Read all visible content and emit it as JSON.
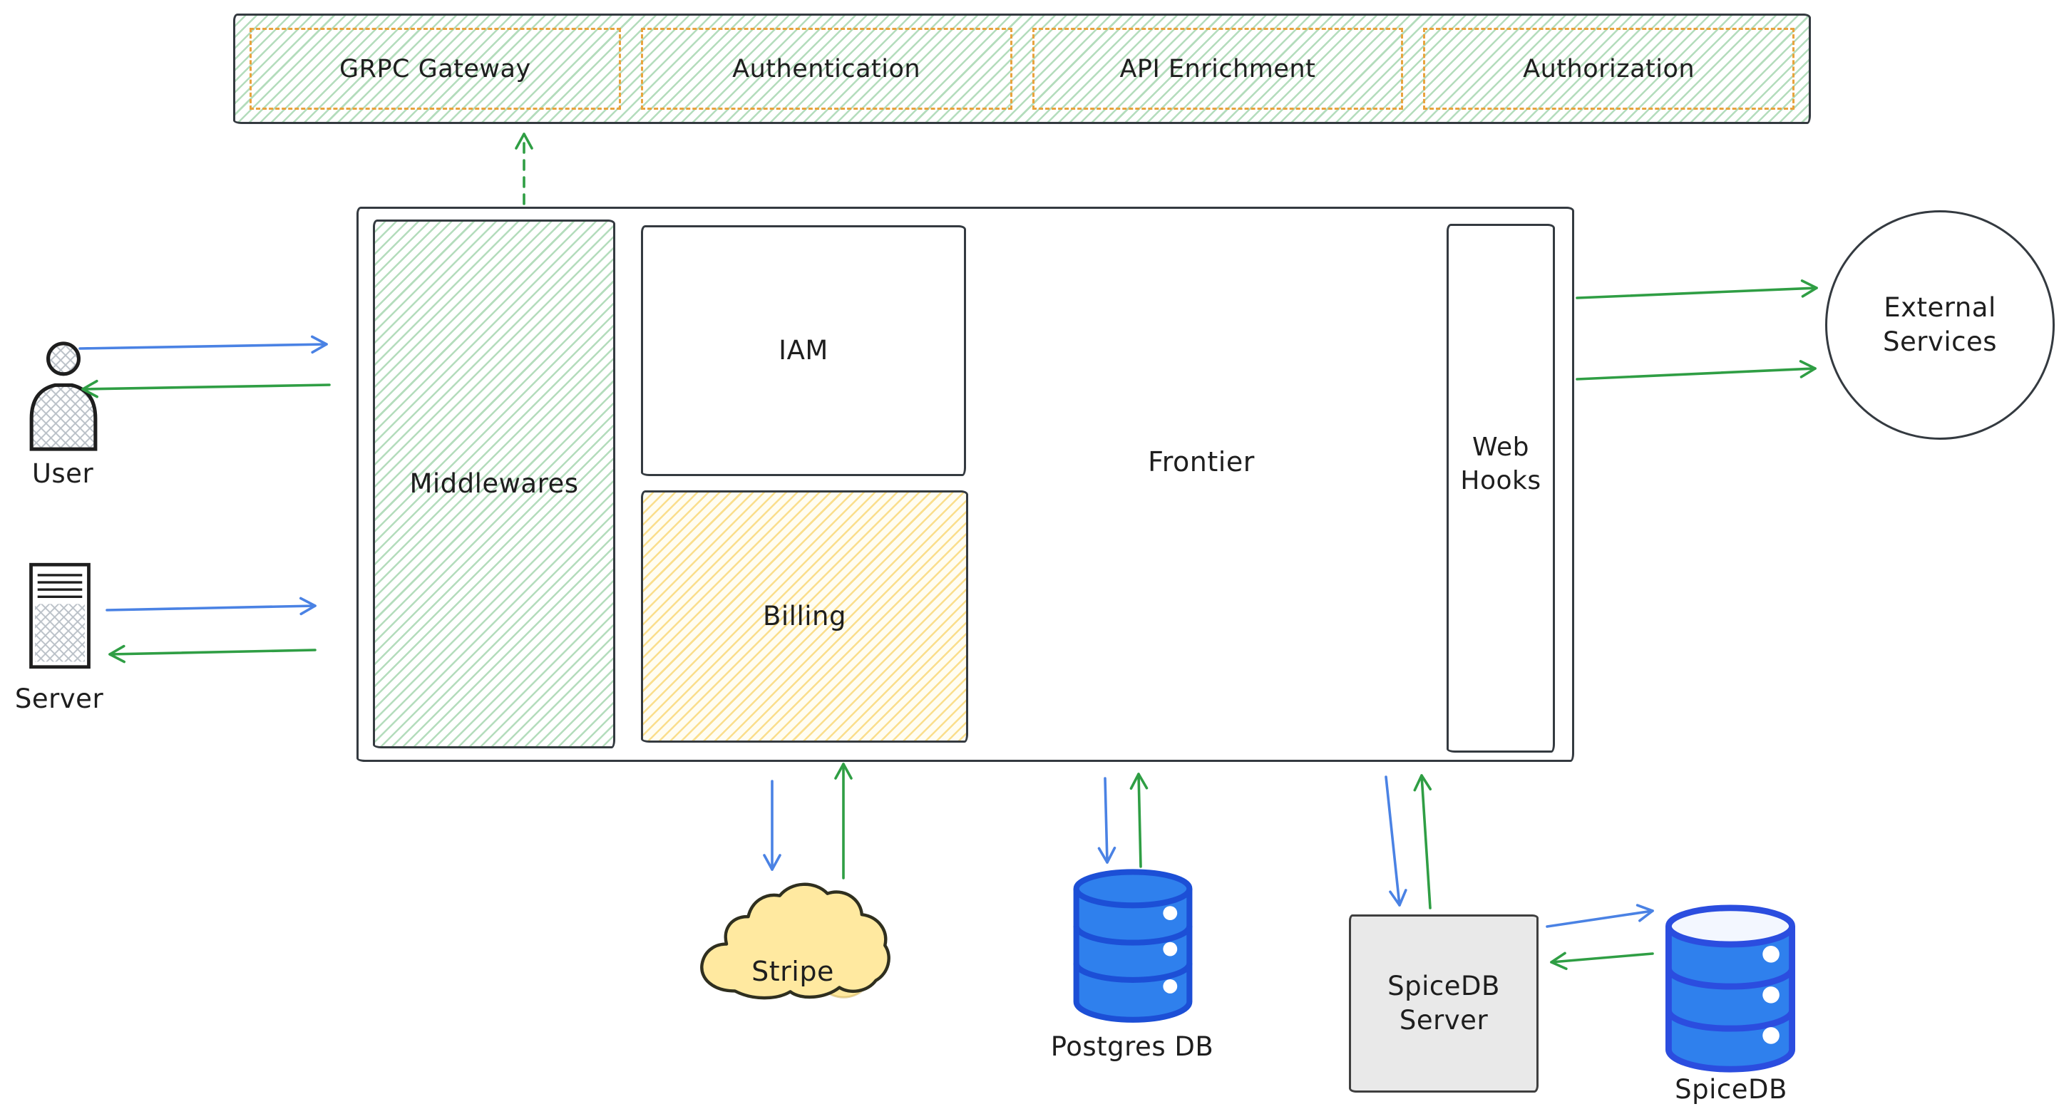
{
  "pipeline": {
    "items": [
      {
        "label": "GRPC Gateway"
      },
      {
        "label": "Authentication"
      },
      {
        "label": "API Enrichment"
      },
      {
        "label": "Authorization"
      }
    ]
  },
  "frontier": {
    "title": "Frontier",
    "middlewares_label": "Middlewares",
    "iam_label": "IAM",
    "billing_label": "Billing",
    "webhooks_label": "Web Hooks"
  },
  "actors": {
    "user_label": "User",
    "server_label": "Server"
  },
  "external_services": {
    "label": "External Services"
  },
  "datastores": {
    "stripe_label": "Stripe",
    "postgres_label": "Postgres DB",
    "spicedb_server_label": "SpiceDB Server",
    "spicedb_label": "SpiceDB"
  },
  "colors": {
    "arrow_blue": "#4a82e4",
    "arrow_green": "#2f9e44",
    "hatch_green": "#4bad60",
    "hatch_yellow": "#f7c948",
    "pipeline_dash_orange": "#e8a33d",
    "stroke_dark": "#343a40",
    "db_fill_blue": "#2f80ed",
    "db_stroke_blue": "#1c4fd6",
    "cloud_fill_yellow": "#ffe9a0",
    "server_box_gray": "#e9e9e9"
  }
}
